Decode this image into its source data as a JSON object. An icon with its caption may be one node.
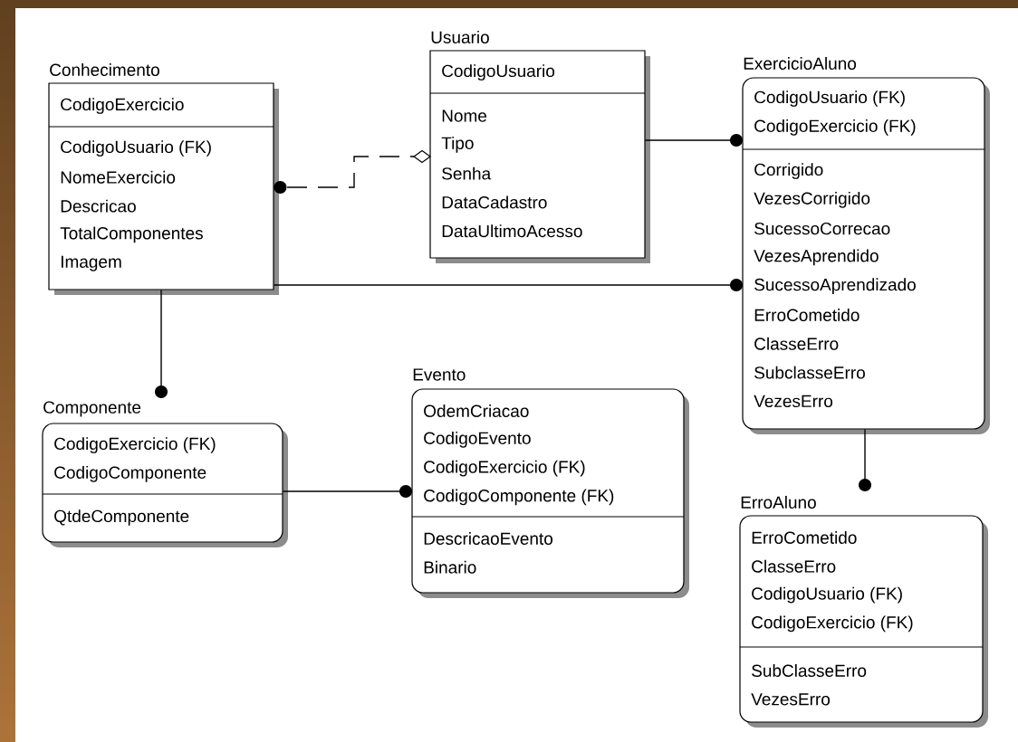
{
  "diagram": {
    "nodes": [
      {
        "text": [
          "Conhecimento",
          "CodigoExercicio",
          "CodigoUsuario (FK)",
          "NomeExercicio",
          "Descricao",
          "TotalComponentes",
          "Imagem"
        ]
      },
      {
        "text": [
          "Usuario",
          "CodigoUsuario",
          "Nome",
          "Tipo",
          "Senha",
          "DataCadastro",
          "DataUltimoAcesso"
        ]
      },
      {
        "text": [
          "ExercicioAluno",
          "CodigoUsuario (FK)",
          "CodigoExercicio (FK)",
          "Corrigido",
          "VezesCorrigido",
          "SucessoCorrecao",
          "VezesAprendido",
          "SucessoAprendizado",
          "ErroCometido",
          "ClasseErro",
          "SubclasseErro",
          "VezesErro"
        ]
      },
      {
        "text": [
          "Componente",
          "CodigoExercicio (FK)",
          "CodigoComponente",
          "QtdeComponente"
        ]
      },
      {
        "text": [
          "Evento",
          "OdemCriacao",
          "CodigoEvento",
          "CodigoExercicio (FK)",
          "CodigoComponente (FK)",
          "DescricaoEvento",
          "Binario"
        ]
      },
      {
        "text": [
          "ErroAluno",
          "ErroCometido",
          "ClasseErro",
          "CodigoUsuario (FK)",
          "CodigoExercicio (FK)",
          "SubClasseErro",
          "VezesErro"
        ]
      }
    ],
    "edges": [
      {
        "from": 1,
        "to": 0,
        "arrow": "other",
        "style": "dashed"
      },
      {
        "from": 1,
        "to": 2,
        "arrow": "other"
      },
      {
        "from": 0,
        "to": 2,
        "arrow": "other"
      },
      {
        "from": 0,
        "to": 3,
        "arrow": "other"
      },
      {
        "from": 3,
        "to": 4,
        "arrow": "other"
      },
      {
        "from": 2,
        "to": 5,
        "arrow": "other"
      }
    ]
  }
}
